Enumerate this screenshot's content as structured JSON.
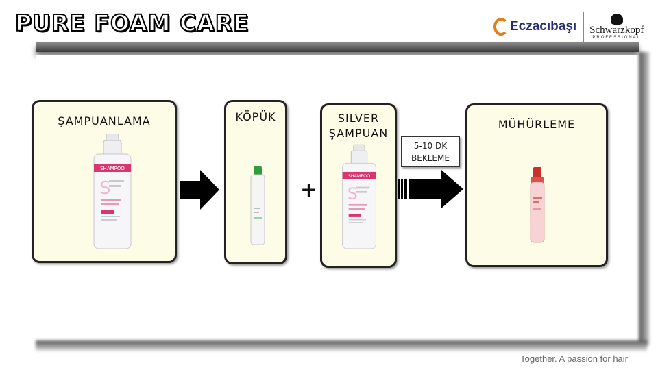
{
  "title": "PURE FOAM CARE",
  "logos": {
    "left_brand": "Eczacıbaşı",
    "right_brand": "Schwarzkopf",
    "right_brand_sub": "PROFESSIONAL"
  },
  "steps": [
    {
      "label": "ŞAMPUANLAMA",
      "product": "shampoo-bottle"
    },
    {
      "label": "KÖPÜK",
      "product": "foam-can"
    },
    {
      "label_line1": "SILVER",
      "label_line2": "ŞAMPUAN",
      "product": "shampoo-bottle"
    },
    {
      "label": "MÜHÜRLEME",
      "product": "spray-bottle"
    }
  ],
  "plus_sign": "+",
  "wait": {
    "line1": "5-10 DK",
    "line2": "BEKLEME"
  },
  "bottle_text": {
    "shampoo": "SHAMPOO"
  },
  "footer": "Together. A passion for hair",
  "colors": {
    "step_bg": "#fdfce6",
    "accent_pink": "#d9366f",
    "accent_green": "#2f9e3a",
    "brand_orange": "#e57b1a"
  }
}
